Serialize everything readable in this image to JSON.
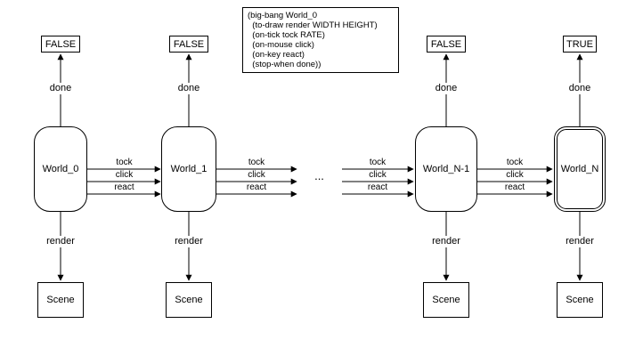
{
  "code_box": {
    "lines": [
      "(big-bang World_0",
      "  (to-draw render WIDTH HEIGHT)",
      "  (on-tick tock RATE)",
      "  (on-mouse click)",
      "  (on-key react)",
      "  (stop-when done))"
    ]
  },
  "columns": [
    {
      "result": "FALSE",
      "world": "World_0",
      "done_label": "done",
      "render_label": "render",
      "scene_label": "Scene"
    },
    {
      "result": "FALSE",
      "world": "World_1",
      "done_label": "done",
      "render_label": "render",
      "scene_label": "Scene"
    },
    {
      "result": "FALSE",
      "world": "World_N-1",
      "done_label": "done",
      "render_label": "render",
      "scene_label": "Scene"
    },
    {
      "result": "TRUE",
      "world": "World_N",
      "done_label": "done",
      "render_label": "render",
      "scene_label": "Scene"
    }
  ],
  "transitions": [
    {
      "labels": [
        "tock",
        "click",
        "react"
      ]
    },
    {
      "labels": [
        "tock",
        "click",
        "react"
      ]
    },
    {
      "labels": [
        "tock",
        "click",
        "react"
      ]
    },
    {
      "labels": [
        "tock",
        "click",
        "react"
      ]
    }
  ],
  "ellipsis": "...",
  "colors": {
    "line": "#000000",
    "background": "#ffffff"
  }
}
